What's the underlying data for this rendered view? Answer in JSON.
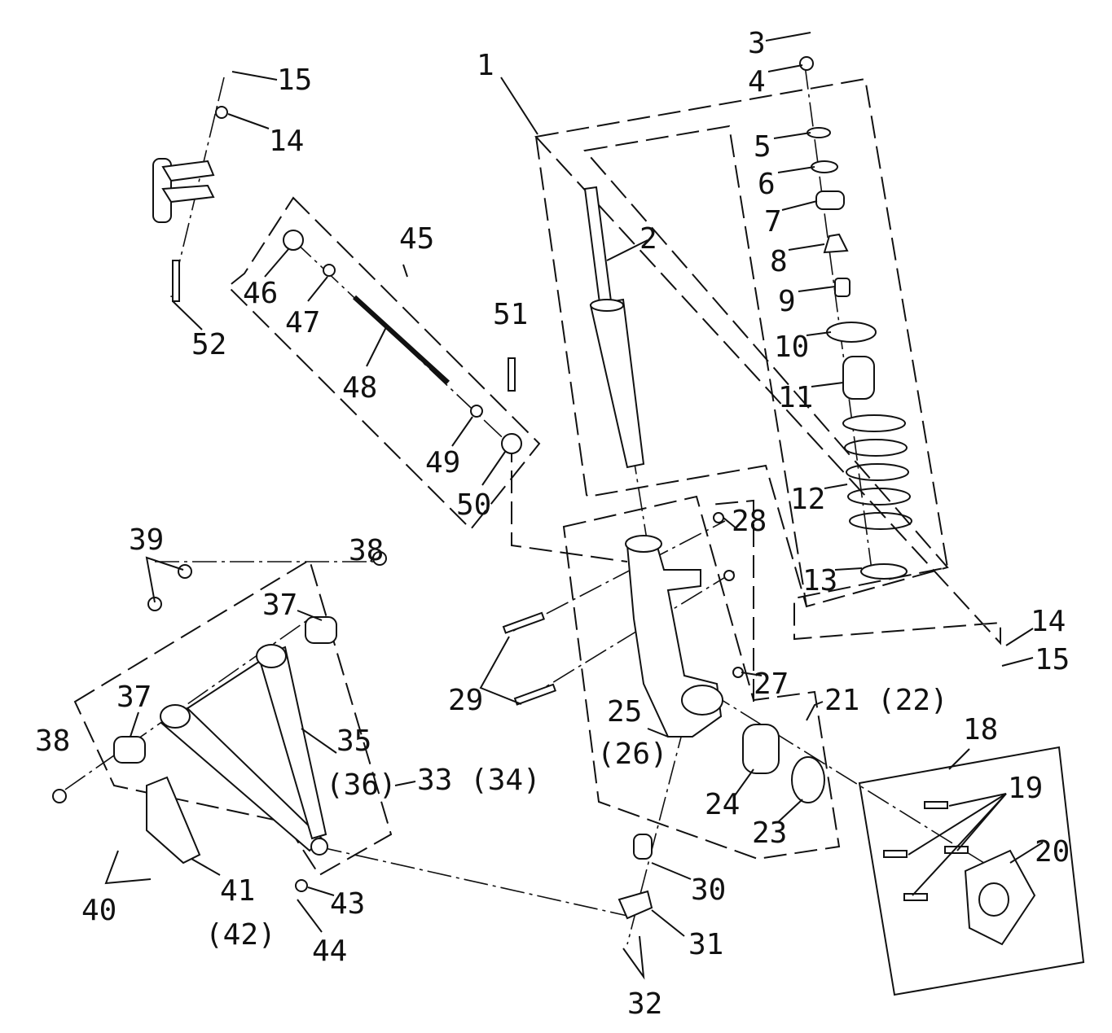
{
  "diagram": {
    "title": "Front suspension exploded parts diagram",
    "callouts": [
      {
        "text": "1"
      },
      {
        "text": "2"
      },
      {
        "text": "3"
      },
      {
        "text": "4"
      },
      {
        "text": "5"
      },
      {
        "text": "6"
      },
      {
        "text": "7"
      },
      {
        "text": "8"
      },
      {
        "text": "9"
      },
      {
        "text": "10"
      },
      {
        "text": "11"
      },
      {
        "text": "12"
      },
      {
        "text": "13"
      },
      {
        "text": "14"
      },
      {
        "text": "15"
      },
      {
        "text": "14"
      },
      {
        "text": "15"
      },
      {
        "text": "52"
      },
      {
        "text": "45"
      },
      {
        "text": "46"
      },
      {
        "text": "47"
      },
      {
        "text": "48"
      },
      {
        "text": "51"
      },
      {
        "text": "49"
      },
      {
        "text": "50"
      },
      {
        "text": "28"
      },
      {
        "text": "27"
      },
      {
        "text": "29"
      },
      {
        "text": "25"
      },
      {
        "text": "(26)"
      },
      {
        "text": "21 (22)"
      },
      {
        "text": "18"
      },
      {
        "text": "19"
      },
      {
        "text": "20"
      },
      {
        "text": "24"
      },
      {
        "text": "23"
      },
      {
        "text": "30"
      },
      {
        "text": "31"
      },
      {
        "text": "32"
      },
      {
        "text": "33 (34)"
      },
      {
        "text": "35"
      },
      {
        "text": "(36)"
      },
      {
        "text": "37"
      },
      {
        "text": "37"
      },
      {
        "text": "38"
      },
      {
        "text": "38"
      },
      {
        "text": "39"
      },
      {
        "text": "40"
      },
      {
        "text": "41"
      },
      {
        "text": "(42)"
      },
      {
        "text": "43"
      },
      {
        "text": "44"
      }
    ]
  }
}
